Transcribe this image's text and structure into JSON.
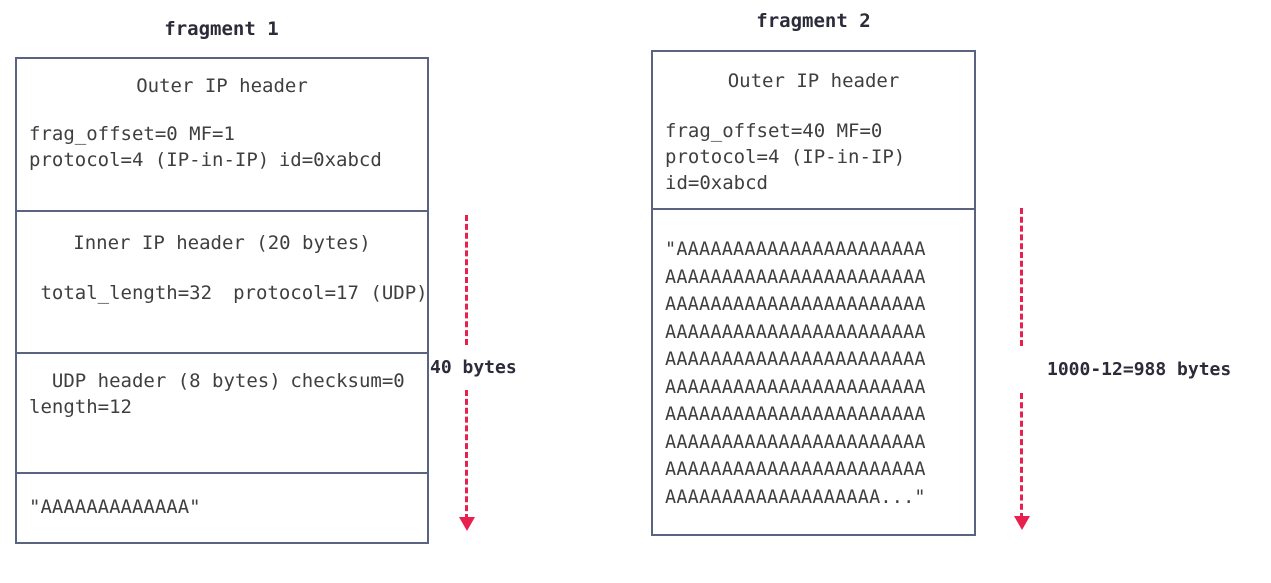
{
  "diagram": {
    "fragments": [
      {
        "title": "fragment 1",
        "sections": [
          {
            "name": "outer-ip-header",
            "heading": "Outer IP header",
            "lines": [
              "frag_offset=0 MF=1",
              "protocol=4 (IP-in-IP)",
              "id=0xabcd"
            ]
          },
          {
            "name": "inner-ip-header",
            "heading": "Inner IP header (20 bytes)",
            "lines": [
              " total_length=32",
              " protocol=17 (UDP)"
            ]
          },
          {
            "name": "udp-header",
            "heading": "  UDP header (8 bytes)",
            "lines": [
              "checksum=0",
              "length=12"
            ]
          },
          {
            "name": "payload",
            "heading": "",
            "lines": [
              "\"AAAAAAAAAAAAA\""
            ]
          }
        ]
      },
      {
        "title": "fragment 2",
        "sections": [
          {
            "name": "outer-ip-header",
            "heading": "Outer IP header",
            "lines": [
              "frag_offset=40 MF=0",
              "protocol=4 (IP-in-IP)",
              "id=0xabcd"
            ]
          },
          {
            "name": "payload",
            "heading": "",
            "lines": [
              "\"AAAAAAAAAAAAAAAAAAAAAA",
              "AAAAAAAAAAAAAAAAAAAAAAA",
              "AAAAAAAAAAAAAAAAAAAAAAA",
              "AAAAAAAAAAAAAAAAAAAAAAA",
              "AAAAAAAAAAAAAAAAAAAAAAA",
              "AAAAAAAAAAAAAAAAAAAAAAA",
              "AAAAAAAAAAAAAAAAAAAAAAA",
              "AAAAAAAAAAAAAAAAAAAAAAA",
              "AAAAAAAAAAAAAAAAAAAAAAA",
              "AAAAAAAAAAAAAAAAAAA...\""
            ]
          }
        ]
      }
    ],
    "measurements": [
      {
        "name": "fragment-1-size",
        "label": "40 bytes"
      },
      {
        "name": "fragment-2-size",
        "label": "1000-12=988 bytes"
      }
    ],
    "colors": {
      "box_border": "#5a6480",
      "arrow": "#e8204e",
      "text": "#3f3f3f",
      "label_text": "#2b2b3a",
      "background": "#ffffff"
    }
  }
}
